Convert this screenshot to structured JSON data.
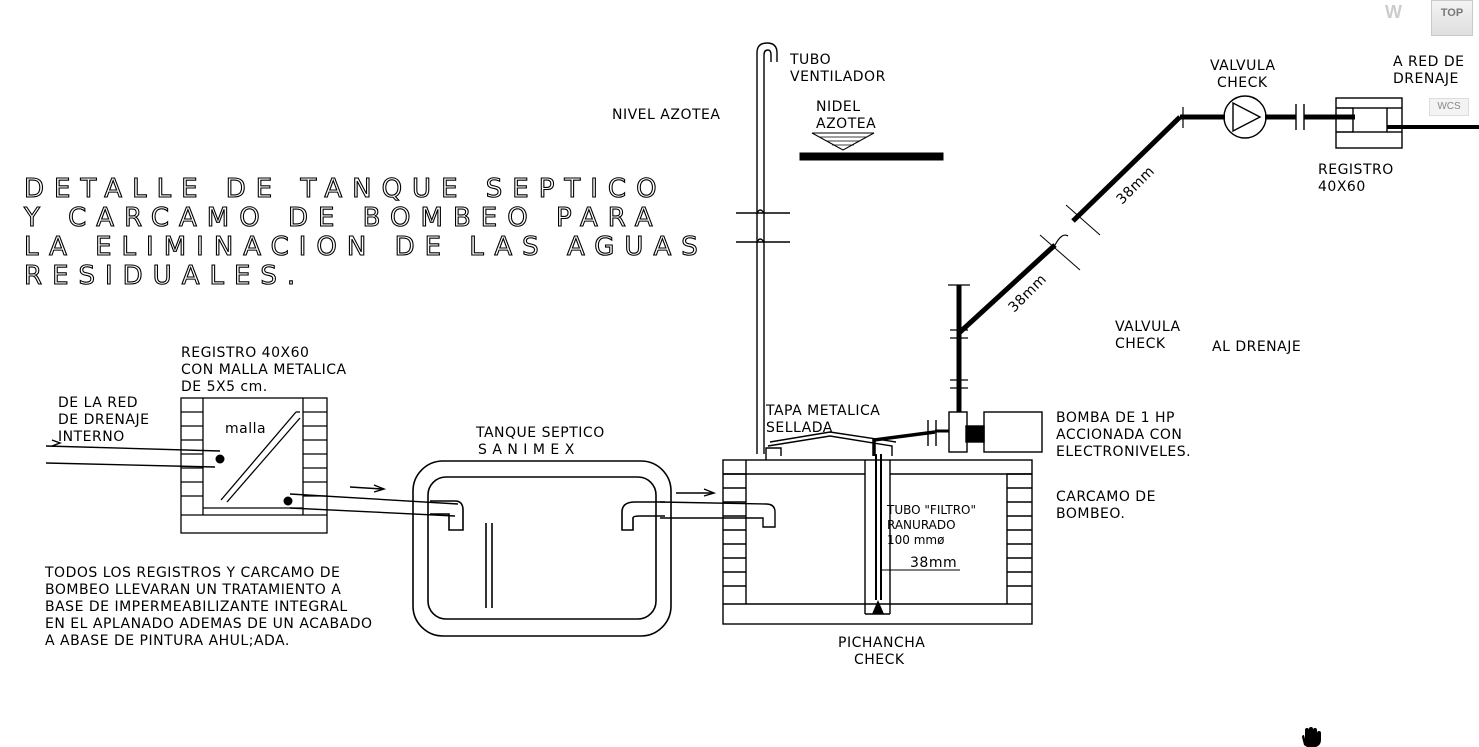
{
  "title_lines": [
    "DETALLE DE TANQUE SEPTICO",
    "Y CARCAMO DE BOMBEO PARA",
    "LA ELIMINACION DE LAS AGUAS",
    "RESIDUALES."
  ],
  "labels": {
    "tubo_ventilador": [
      "TUBO",
      "VENTILADOR"
    ],
    "nivel_azotea": "NIVEL AZOTEA",
    "nidel_azotea": [
      "NIDEL",
      "AZOTEA"
    ],
    "valvula_check_top": [
      "VALVULA",
      "CHECK"
    ],
    "a_red_drenaje": [
      "A RED DE",
      "DRENAJE"
    ],
    "registro_right": [
      "REGISTRO",
      "40X60"
    ],
    "pipe_38mm_upper": "38mm",
    "pipe_38mm_lower": "38mm",
    "valvula_check_mid": [
      "VALVULA",
      "CHECK"
    ],
    "al_drenaje": "AL DRENAJE",
    "registro_left": [
      "REGISTRO 40X60",
      "CON MALLA METALICA",
      "DE 5X5 cm."
    ],
    "de_la_red": [
      "DE LA RED",
      "DE DRENAJE",
      "INTERNO"
    ],
    "malla": "malla",
    "tanque_septico": [
      "TANQUE SEPTICO",
      "S A N I M E X"
    ],
    "tapa_metalica": [
      "TAPA METALICA",
      "SELLADA"
    ],
    "bomba": [
      "BOMBA DE 1 HP",
      "ACCIONADA CON",
      "ELECTRONIVELES."
    ],
    "carcamo": [
      "CARCAMO DE",
      "BOMBEO."
    ],
    "tubo_filtro": [
      "TUBO \"FILTRO\"",
      "RANURADO",
      "100 mmø"
    ],
    "pipe_38mm_inner": "38mm",
    "pichancha": [
      "PICHANCHA",
      "CHECK"
    ],
    "nota": [
      "TODOS LOS REGISTROS Y CARCAMO DE",
      "BOMBEO LLEVARAN UN TRATAMIENTO A",
      "BASE DE IMPERMEABILIZANTE INTEGRAL",
      "EN EL APLANADO ADEMAS DE UN ACABADO",
      "A ABASE DE PINTURA AHUL;ADA."
    ]
  },
  "ui": {
    "viewcube_label": "TOP",
    "wcs_label": "WCS",
    "compass_letter": "W"
  }
}
